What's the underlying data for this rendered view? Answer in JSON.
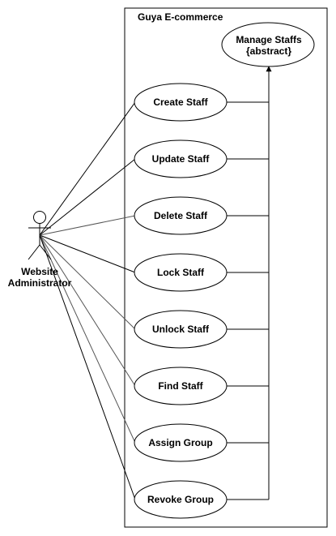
{
  "system": {
    "title": "Guya E-commerce"
  },
  "actor": {
    "name_line1": "Website",
    "name_line2": "Administrator"
  },
  "abstract_use_case": {
    "line1": "Manage Staffs",
    "line2": "{abstract}"
  },
  "use_cases": [
    {
      "label": "Create Staff"
    },
    {
      "label": "Update Staff"
    },
    {
      "label": "Delete Staff"
    },
    {
      "label": "Lock Staff"
    },
    {
      "label": "Unlock Staff"
    },
    {
      "label": "Find Staff"
    },
    {
      "label": "Assign Group"
    },
    {
      "label": "Revoke Group"
    }
  ],
  "colors": {
    "stroke": "#000000",
    "fill": "#ffffff"
  }
}
